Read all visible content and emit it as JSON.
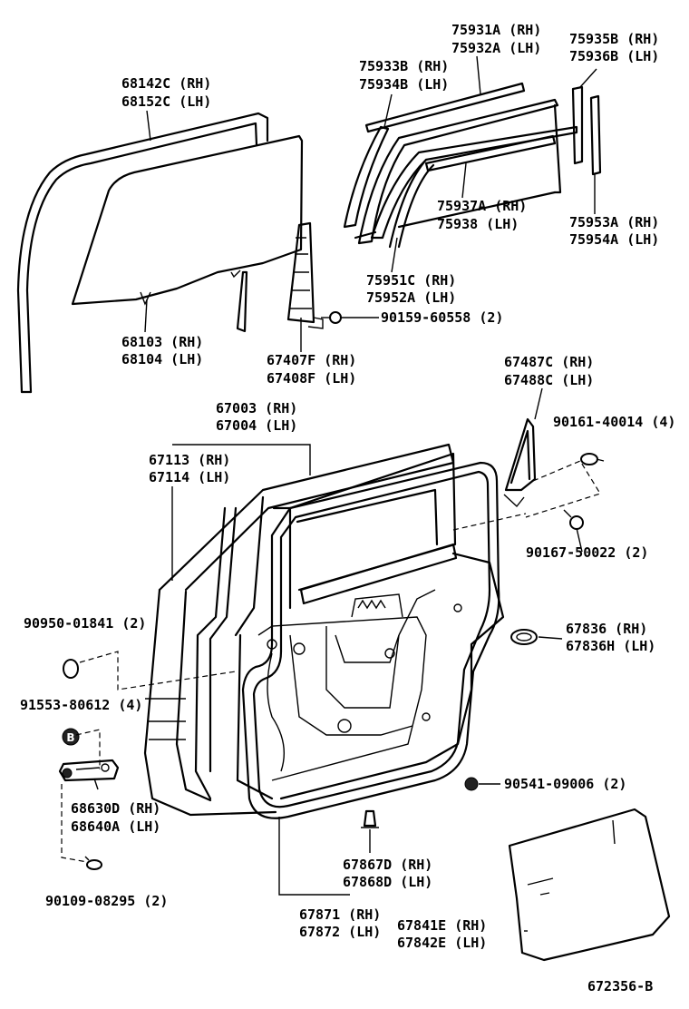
{
  "diagram_id": "672356-B",
  "labels": {
    "l68142": [
      "68142C (RH)",
      "68152C (LH)"
    ],
    "l75931": [
      "75931A (RH)",
      "75932A (LH)"
    ],
    "l75935": [
      "75935B (RH)",
      "75936B (LH)"
    ],
    "l75933": [
      "75933B (RH)",
      "75934B (LH)"
    ],
    "l75937": [
      "75937A (RH)",
      "75938   (LH)"
    ],
    "l75953": [
      "75953A (RH)",
      "75954A (LH)"
    ],
    "l75951": [
      "75951C (RH)",
      "75952A (LH)"
    ],
    "l68103": [
      "68103 (RH)",
      "68104 (LH)"
    ],
    "l67407": [
      "67407F (RH)",
      "67408F (LH)"
    ],
    "l90159": [
      "90159-60558 (2)"
    ],
    "l67487": [
      "67487C (RH)",
      "67488C (LH)"
    ],
    "l90161": [
      "90161-40014 (4)"
    ],
    "l67003": [
      "67003 (RH)",
      "67004 (LH)"
    ],
    "l67113": [
      "67113 (RH)",
      "67114 (LH)"
    ],
    "l90167": [
      "90167-50022 (2)"
    ],
    "l90950": [
      "90950-01841 (2)"
    ],
    "l67836": [
      "67836  (RH)",
      "67836H (LH)"
    ],
    "l91553": [
      "91553-80612 (4)"
    ],
    "l68630": [
      "68630D (RH)",
      "68640A (LH)"
    ],
    "l90541": [
      "90541-09006 (2)"
    ],
    "l67867": [
      "67867D (RH)",
      "67868D (LH)"
    ],
    "l90109": [
      "90109-08295 (2)"
    ],
    "l67871": [
      "67871 (RH)",
      "67872 (LH)"
    ],
    "l67841": [
      "67841E (RH)",
      "67842E (LH)"
    ],
    "badge_b": "B"
  }
}
